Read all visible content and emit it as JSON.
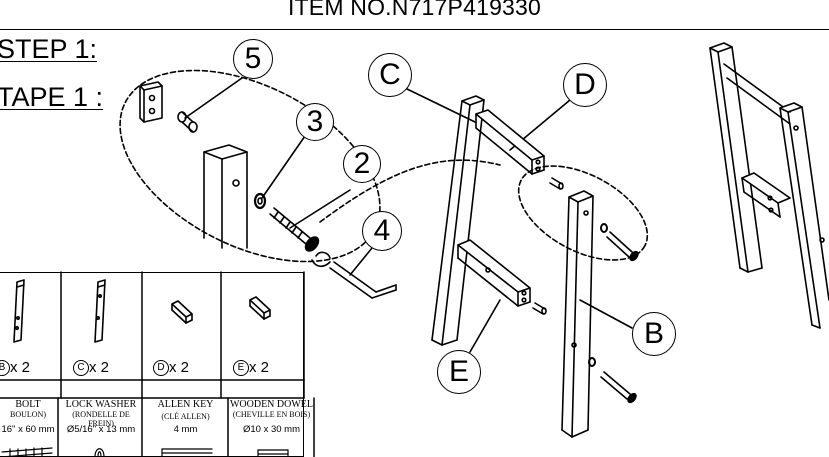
{
  "header": {
    "title": "ITEM NO.N717P419330"
  },
  "step": {
    "label_en": "STEP 1:",
    "label_fr": "TAPE 1 :"
  },
  "callouts": [
    {
      "id": "5",
      "label": "5"
    },
    {
      "id": "3",
      "label": "3"
    },
    {
      "id": "2",
      "label": "2"
    },
    {
      "id": "4",
      "label": "4"
    },
    {
      "id": "C",
      "label": "C"
    },
    {
      "id": "D",
      "label": "D"
    },
    {
      "id": "B",
      "label": "B"
    },
    {
      "id": "E",
      "label": "E"
    }
  ],
  "parts": [
    {
      "letter": "B",
      "qty": "x 2"
    },
    {
      "letter": "C",
      "qty": "x 2"
    },
    {
      "letter": "D",
      "qty": "x 2"
    },
    {
      "letter": "E",
      "qty": "x 2"
    }
  ],
  "hardware": [
    {
      "name": "BOLT",
      "name_fr": "BOULON)",
      "size": "16\" x 60 mm"
    },
    {
      "name": "LOCK WASHER",
      "name_fr": "(RONDELLE DE FREIN)",
      "size": "Ø5/16\" x 13 mm"
    },
    {
      "name": "ALLEN KEY",
      "name_fr": "(CLÉ ALLEN)",
      "size": "4 mm"
    },
    {
      "name": "WOODEN DOWEL",
      "name_fr": "(CHEVILLE EN BOIS)",
      "size": "Ø10 x 30 mm"
    }
  ],
  "colors": {
    "line": "#000000",
    "background": "#ffffff"
  }
}
